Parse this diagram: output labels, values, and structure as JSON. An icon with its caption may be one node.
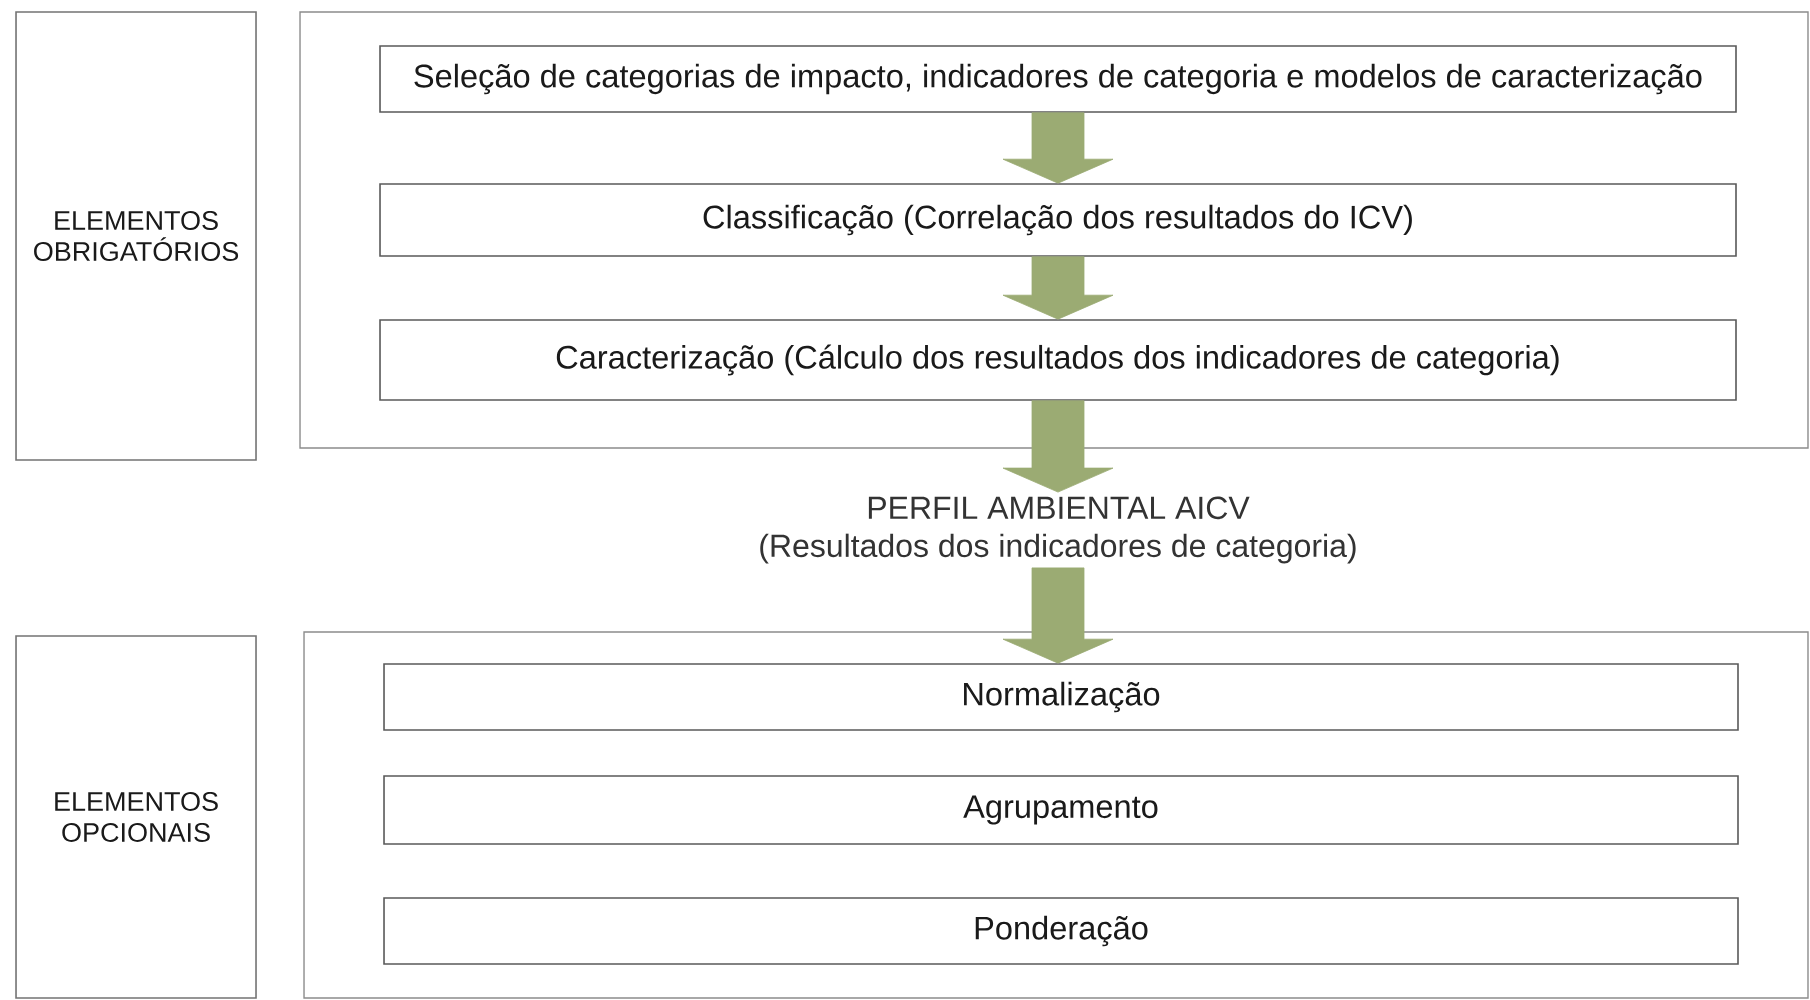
{
  "diagram": {
    "nodes": [
      {
        "text": [
          "ELEMENTOS OBRIGATÓRIOS"
        ]
      },
      {
        "text": [],
        "shape": "box"
      },
      {
        "text": [
          "Seleção de categorias de impacto, indicadores de categoria e modelos de caracterização"
        ],
        "in": 1
      },
      {
        "text": [
          "Classificação (Correlação dos resultados do ICV)"
        ],
        "in": 1
      },
      {
        "text": [
          "Caracterização (Cálculo dos  resultados dos indicadores de categoria)"
        ],
        "in": 1
      },
      {
        "text": [
          "PERFIL AMBIENTAL AICV",
          "(Resultados dos indicadores de categoria)"
        ]
      },
      {
        "text": [
          "ELEMENTOS OPCIONAIS"
        ]
      },
      {
        "text": [],
        "shape": "box"
      },
      {
        "text": [
          "Normalização"
        ],
        "in": 7
      },
      {
        "text": [
          "Agrupamento"
        ],
        "in": 7
      },
      {
        "text": [
          "Ponderação"
        ],
        "in": 7
      }
    ],
    "edges": [
      {
        "from": 2,
        "to": 3,
        "arrow": "to"
      },
      {
        "from": 3,
        "to": 4,
        "arrow": "to"
      },
      {
        "from": 4,
        "to": 5,
        "arrow": "to"
      },
      {
        "from": 5,
        "to": 8,
        "arrow": "to"
      }
    ]
  }
}
